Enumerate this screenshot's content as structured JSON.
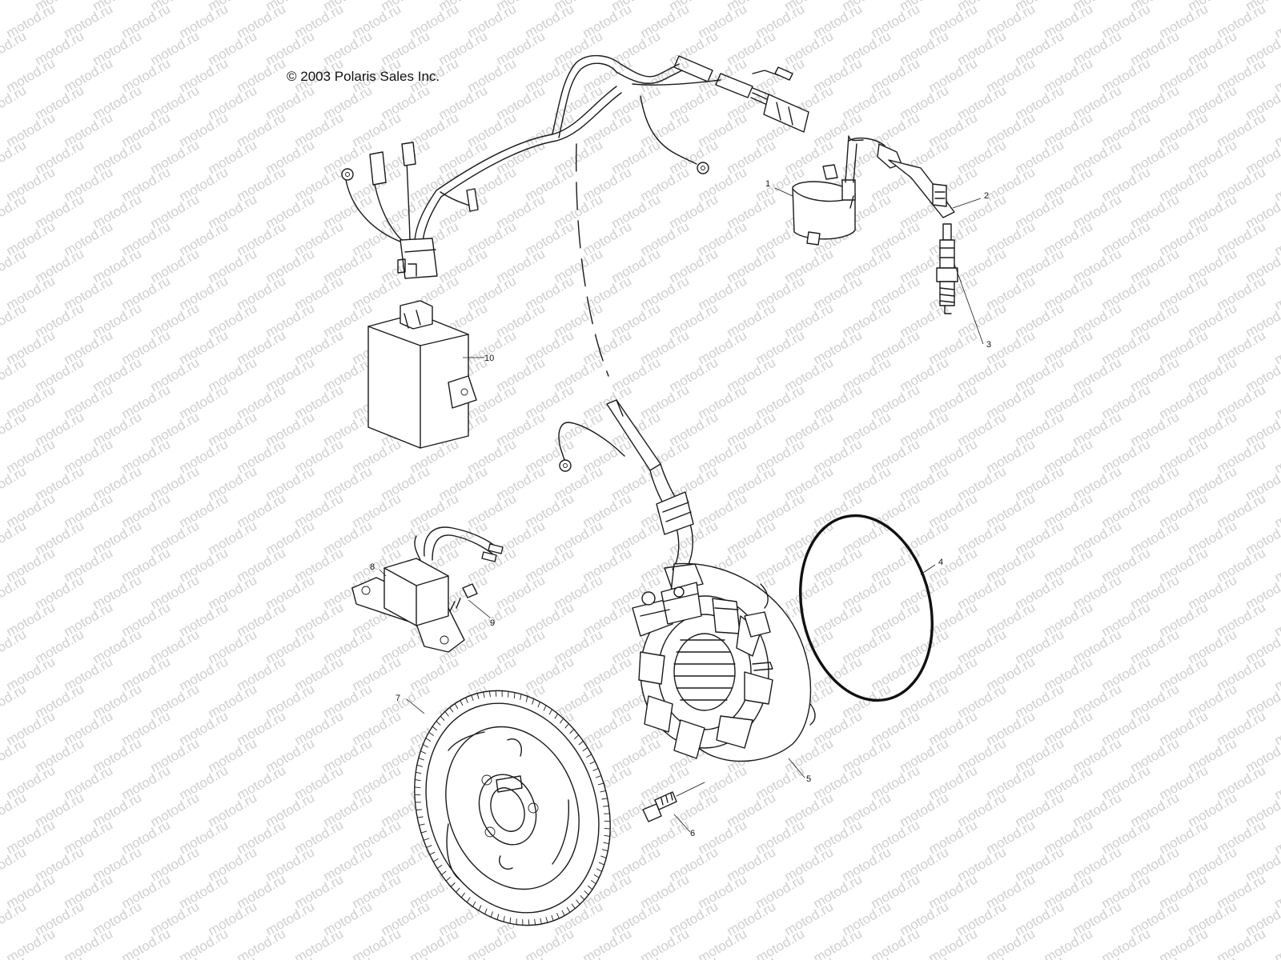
{
  "copyright": "© 2003 Polaris Sales Inc.",
  "watermark": "motod.ru",
  "callouts": [
    {
      "id": "1"
    },
    {
      "id": "2"
    },
    {
      "id": "3"
    },
    {
      "id": "4"
    },
    {
      "id": "5"
    },
    {
      "id": "6"
    },
    {
      "id": "7"
    },
    {
      "id": "8"
    },
    {
      "id": "9"
    },
    {
      "id": "10"
    }
  ]
}
